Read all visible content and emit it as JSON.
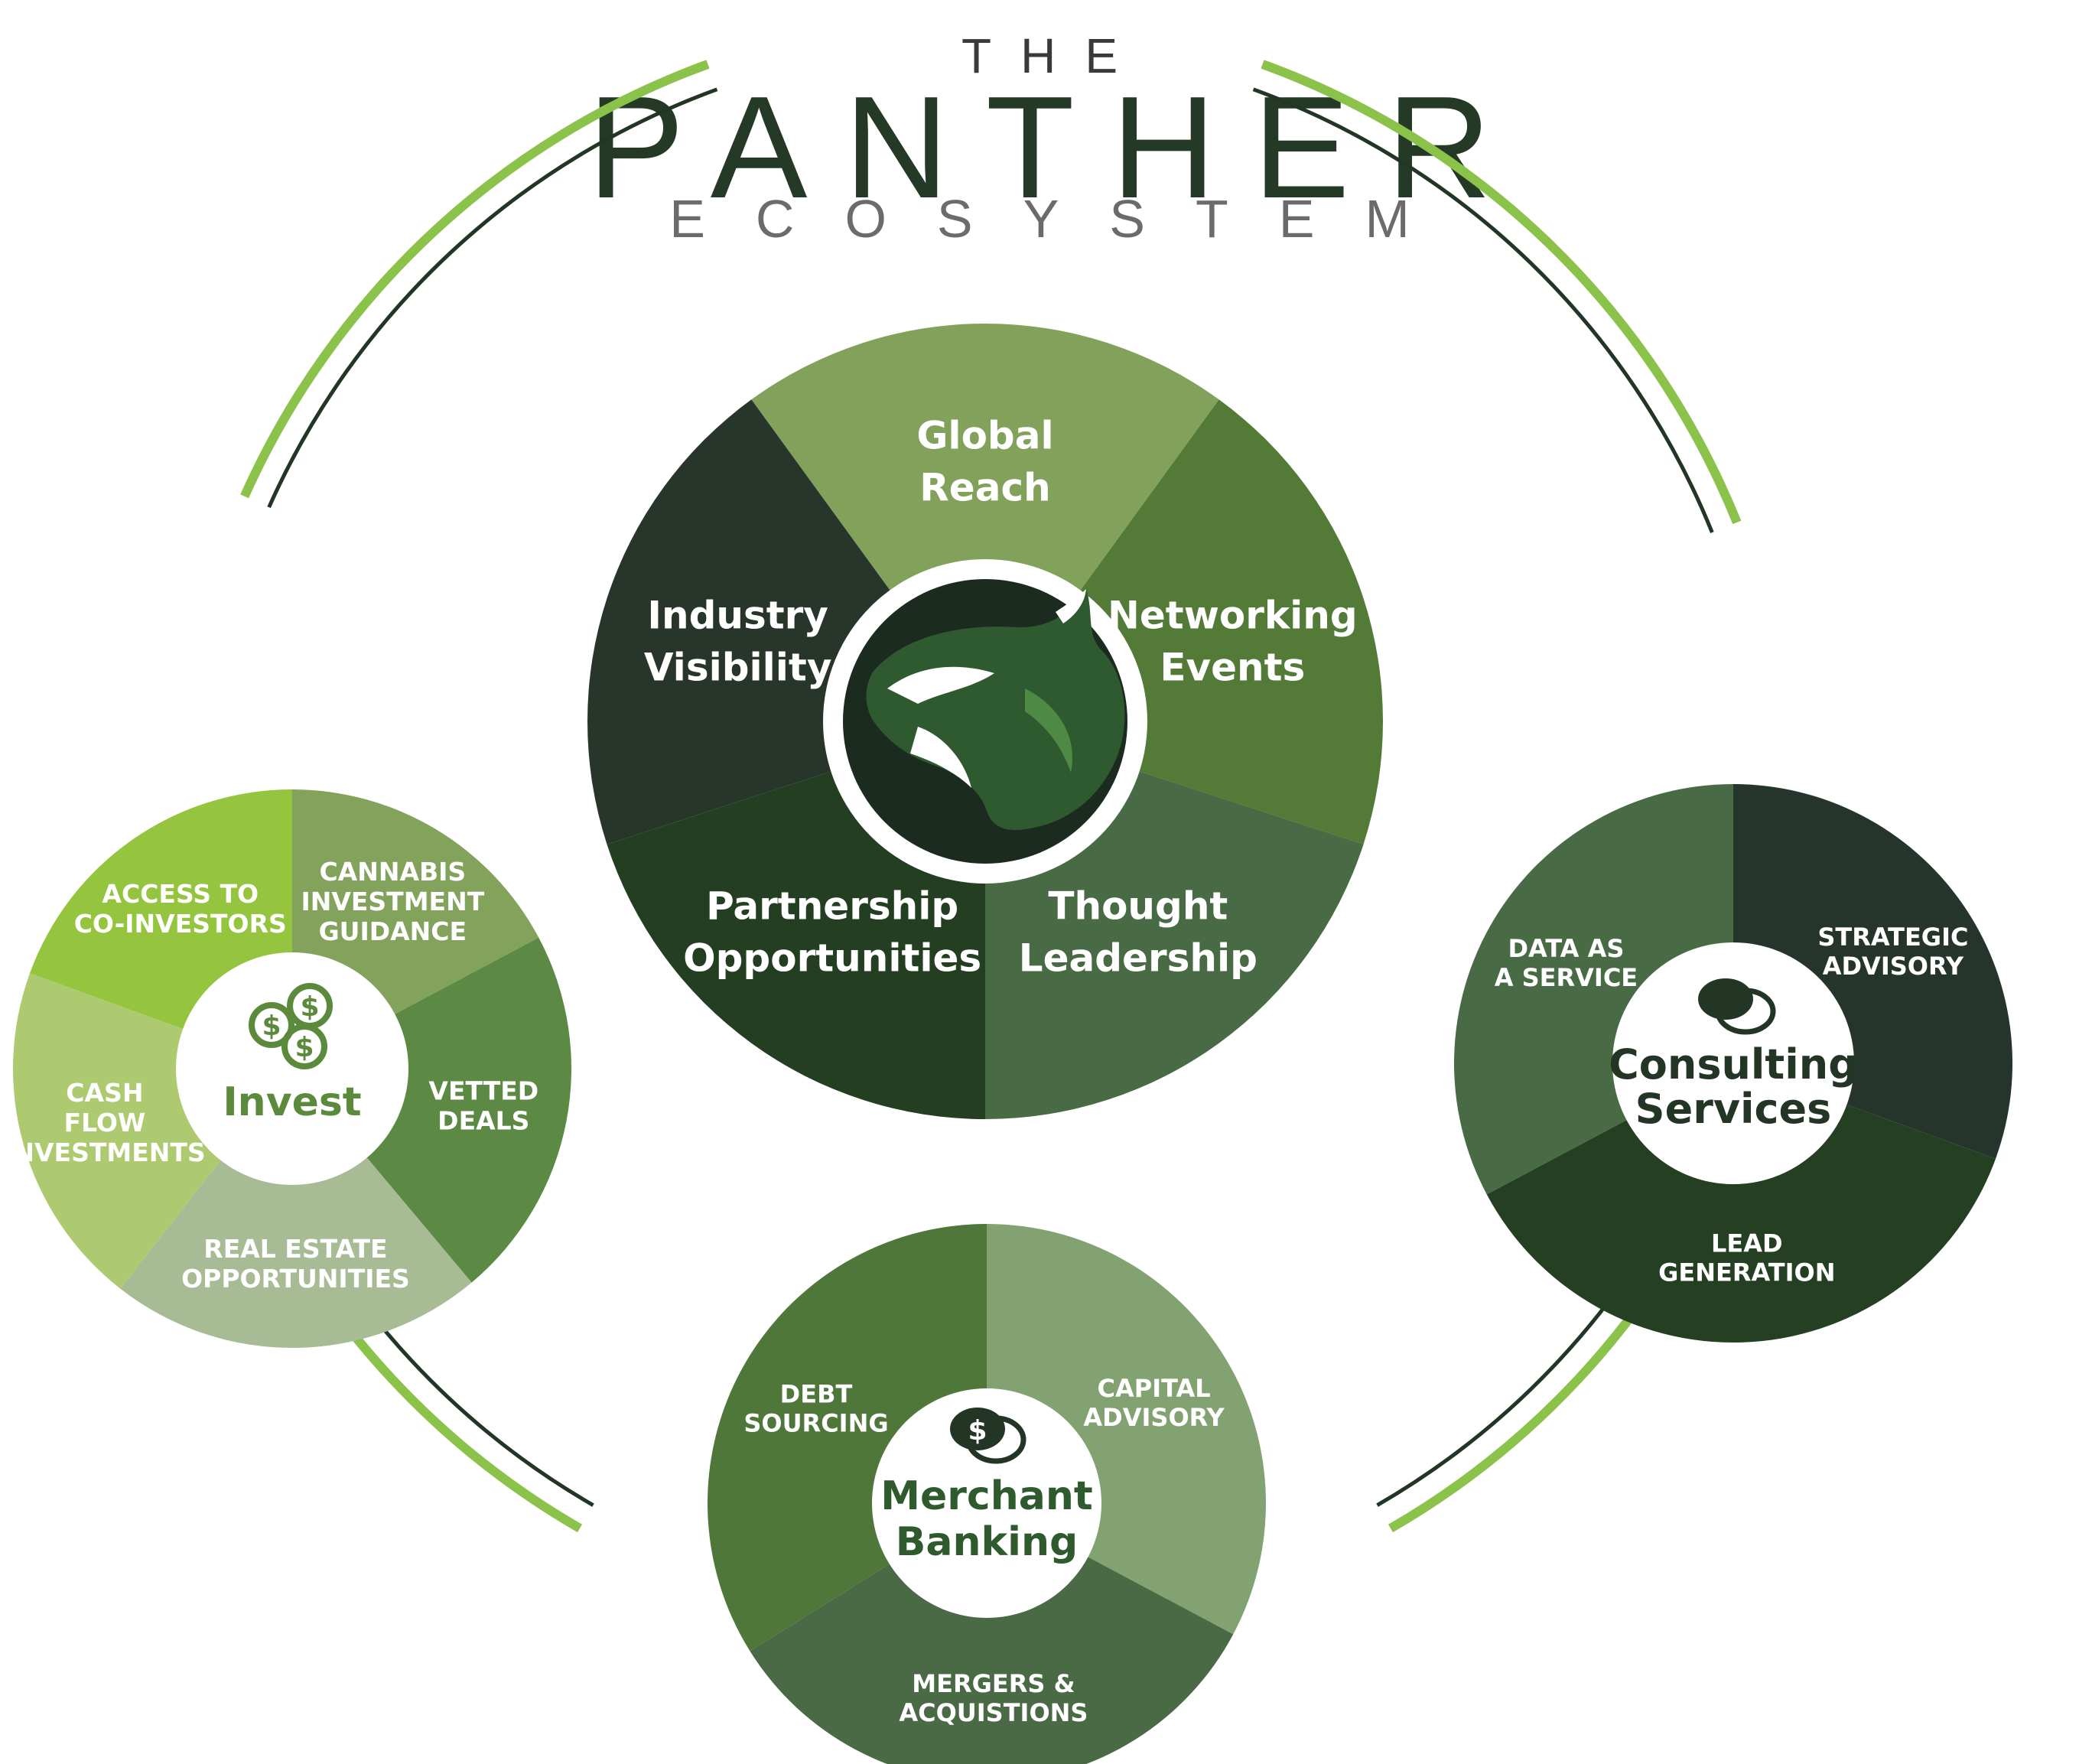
{
  "title": {
    "line1": "THE",
    "line2": "PANTHER",
    "line3": "ECOSYSTEM"
  },
  "colors": {
    "ring_green": "#8bc34a",
    "ring_dark": "#233524",
    "text_light": "#ffffff",
    "hub_text": "#5c8a3c",
    "hub_text_dark": "#233524"
  },
  "center_wheel": {
    "logo": "panther-head-icon",
    "segments": [
      {
        "label": [
          "Global",
          "Reach"
        ],
        "color": "#82a25c"
      },
      {
        "label": [
          "Networking",
          "Events"
        ],
        "color": "#537a36"
      },
      {
        "label": [
          "Thought",
          "Leadership"
        ],
        "color": "#486a44"
      },
      {
        "label": [
          "Partnership",
          "Opportunities"
        ],
        "color": "#243e22"
      },
      {
        "label": [
          "Industry",
          "Visibility"
        ],
        "color": "#27352b"
      }
    ]
  },
  "invest_wheel": {
    "hub_label": "Invest",
    "icon": "coins-icon",
    "segments": [
      {
        "label": [
          "CANNABIS",
          "INVESTMENT",
          "GUIDANCE"
        ],
        "color": "#83a35c"
      },
      {
        "label": [
          "VETTED",
          "DEALS"
        ],
        "color": "#5c8a44"
      },
      {
        "label": [
          "REAL ESTATE",
          "OPPORTUNITIES"
        ],
        "color": "#a7bb94"
      },
      {
        "label": [
          "CASH",
          "FLOW",
          "INVESTMENTS"
        ],
        "color": "#adca70"
      },
      {
        "label": [
          "ACCESS TO",
          "CO-INVESTORS"
        ],
        "color": "#95c43e"
      }
    ]
  },
  "merchant_wheel": {
    "hub_label": [
      "Merchant",
      "Banking"
    ],
    "icon": "dollar-chat-icon",
    "segments": [
      {
        "label": [
          "CAPITAL",
          "ADVISORY"
        ],
        "color": "#82a271"
      },
      {
        "label": [
          "MERGERS &",
          "ACQUISTIONS"
        ],
        "color": "#496a44"
      },
      {
        "label": [
          "DEBT",
          "SOURCING"
        ],
        "color": "#50773a"
      }
    ]
  },
  "consulting_wheel": {
    "hub_label": [
      "Consulting",
      "Services"
    ],
    "icon": "chat-bubbles-icon",
    "segments": [
      {
        "label": [
          "STRATEGIC",
          "ADVISORY"
        ],
        "color": "#26352b"
      },
      {
        "label": [
          "LEAD",
          "GENERATION"
        ],
        "color": "#243f22"
      },
      {
        "label": [
          "DATA AS",
          "A SERVICE"
        ],
        "color": "#486a44"
      }
    ]
  }
}
